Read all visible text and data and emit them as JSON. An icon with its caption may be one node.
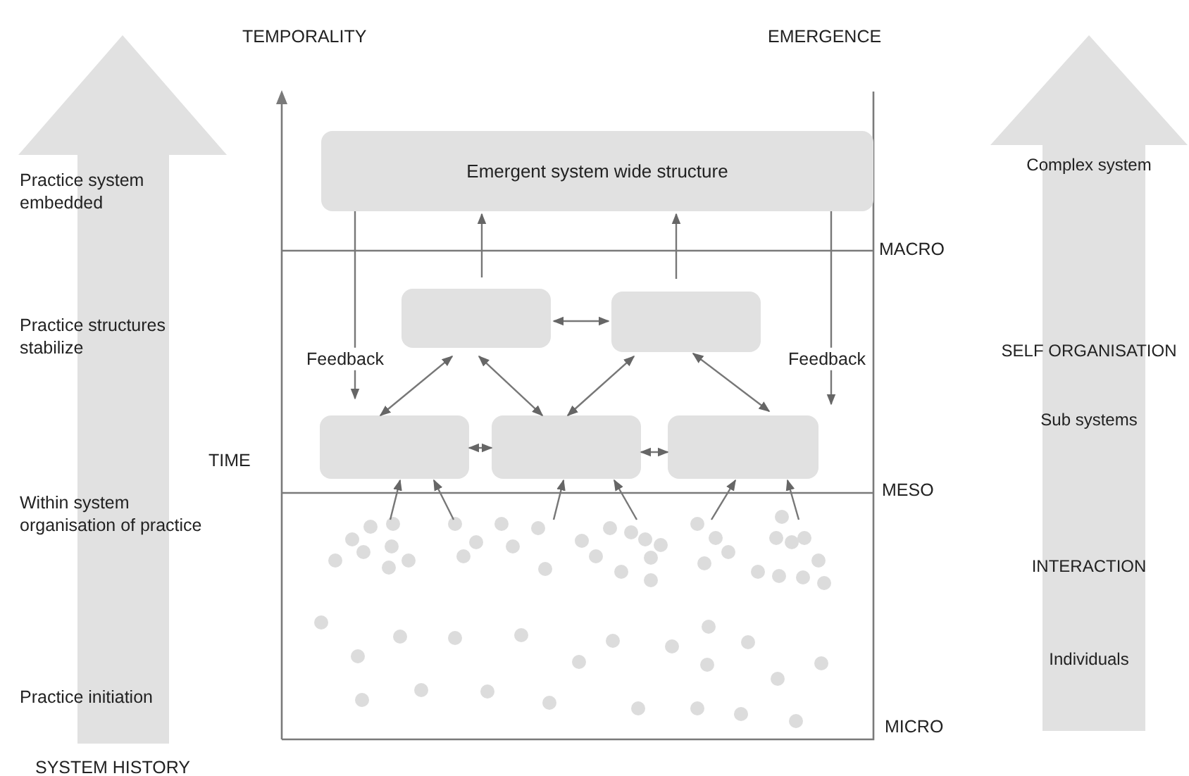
{
  "diagram": {
    "nodes": [
      {
        "text": [
          "Emergent system wide structure"
        ]
      },
      {
        "text": [],
        "shape": "box"
      },
      {
        "text": [],
        "shape": "box"
      },
      {
        "text": [],
        "shape": "box"
      },
      {
        "text": [],
        "shape": "box"
      },
      {
        "text": [],
        "shape": "box"
      },
      {
        "text": [
          "Practice system embedded",
          "Practice structures stabilize",
          "Within system organisation of practice",
          "Practice initiation"
        ],
        "beside": [
          "SYSTEM HISTORY"
        ]
      },
      {
        "text": [
          "Complex system",
          "SELF ORGANISATION",
          "Sub systems",
          "INTERACTION",
          "Individuals"
        ]
      }
    ],
    "edges": [
      {
        "from": 0,
        "to": 3,
        "arrow": "to",
        "label": "Feedback"
      },
      {
        "from": 0,
        "to": 5,
        "arrow": "to",
        "label": "Feedback"
      },
      {
        "from": 1,
        "to": 0,
        "arrow": "to"
      },
      {
        "from": 2,
        "to": 0,
        "arrow": "to"
      },
      {
        "from": 1,
        "to": 2,
        "arrow": "both"
      },
      {
        "from": 1,
        "to": 3,
        "arrow": "both"
      },
      {
        "from": 1,
        "to": 4,
        "arrow": "both"
      },
      {
        "from": 2,
        "to": 4,
        "arrow": "both"
      },
      {
        "from": 2,
        "to": 5,
        "arrow": "both"
      },
      {
        "from": 3,
        "to": 4,
        "arrow": "both"
      },
      {
        "from": 4,
        "to": 5,
        "arrow": "both"
      },
      {
        "from": null,
        "to": 3,
        "arrow": "to"
      },
      {
        "from": null,
        "to": 3,
        "arrow": "to"
      },
      {
        "from": null,
        "to": 4,
        "arrow": "to"
      },
      {
        "from": null,
        "to": 4,
        "arrow": "to"
      },
      {
        "from": null,
        "to": 5,
        "arrow": "to"
      },
      {
        "from": null,
        "to": 5,
        "arrow": "to"
      }
    ],
    "labels": [
      "TEMPORALITY",
      "EMERGENCE",
      "MACRO",
      "TIME",
      "MESO",
      "MICRO"
    ]
  }
}
